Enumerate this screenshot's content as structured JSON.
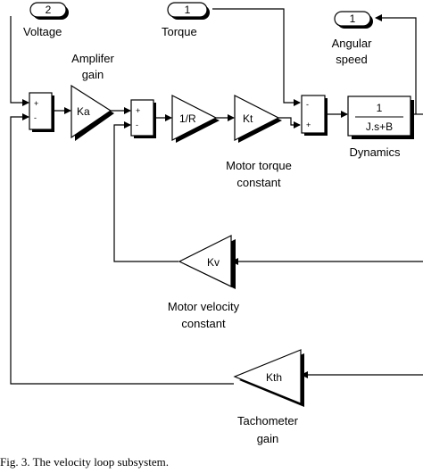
{
  "ports": {
    "voltage": {
      "number": "2",
      "label": "Voltage"
    },
    "torque": {
      "number": "1",
      "label": "Torque"
    },
    "angular_speed": {
      "number": "1",
      "label_line1": "Angular",
      "label_line2": "speed"
    }
  },
  "blocks": {
    "amplifier": {
      "text": "Ka",
      "label_line1": "Amplifer",
      "label_line2": "gain"
    },
    "inv_r": {
      "text": "1/R"
    },
    "kt": {
      "text": "Kt",
      "label_line1": "Motor torque",
      "label_line2": "constant"
    },
    "dynamics": {
      "numerator": "1",
      "denominator": "J.s+B",
      "label": "Dynamics"
    },
    "kv": {
      "text": "Kv",
      "label_line1": "Motor velocity",
      "label_line2": "constant"
    },
    "kth": {
      "text": "Kth",
      "label_line1": "Tachometer",
      "label_line2": "gain"
    }
  },
  "sums": {
    "sum1": {
      "top_sign": "+",
      "bottom_sign": "-"
    },
    "sum2": {
      "top_sign": "+",
      "bottom_sign": "-"
    },
    "sum3": {
      "top_sign": "-",
      "bottom_sign": "+"
    }
  },
  "caption": "Fig. 3.  The velocity loop subsystem."
}
